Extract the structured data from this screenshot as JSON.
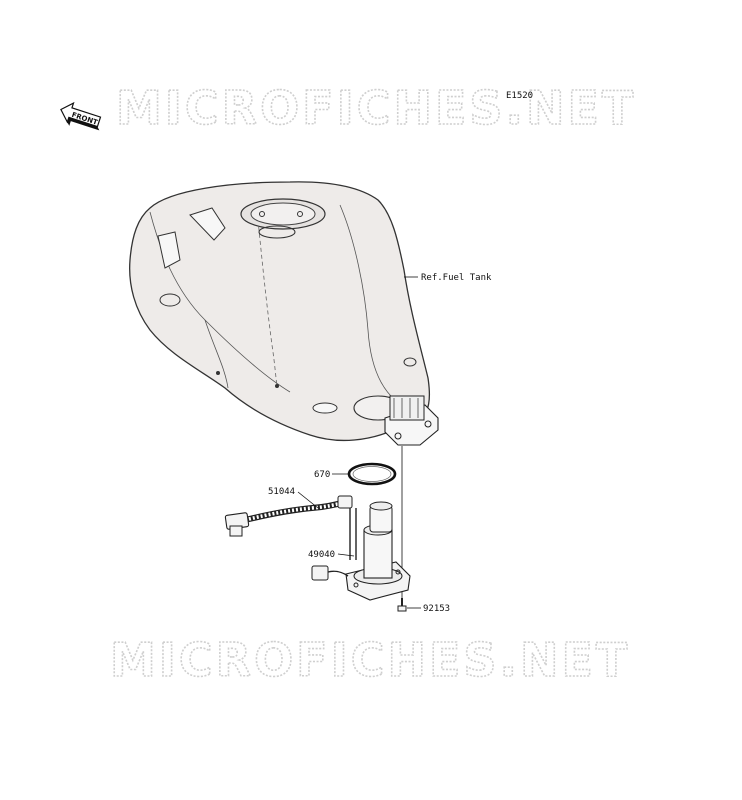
{
  "diagram": {
    "code": "E1520",
    "front_label": "FRONT",
    "watermark": "MICROFICHES.NET",
    "ref_label": "Ref.Fuel Tank",
    "parts": {
      "oring": "670",
      "harness": "51044",
      "pump": "49040",
      "bolt": "92153"
    }
  }
}
